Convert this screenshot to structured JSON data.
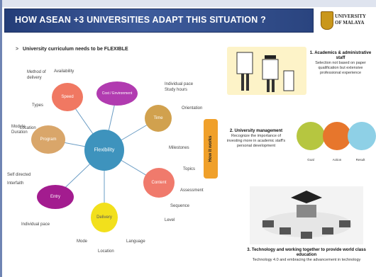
{
  "title": "HOW ASEAN +3 UNIVERSITIES ADAPT THIS SITUATION ?",
  "logo": {
    "name": "UNIVERSITY OF MALAYA"
  },
  "bullet": "University curriculum needs to be FLEXIBLE",
  "mind_map": {
    "center": "Flexibility",
    "nodes": [
      {
        "label": "Speed",
        "color": "#f07862"
      },
      {
        "label": "Cost / Environment",
        "color": "#b13bb0"
      },
      {
        "label": "Time",
        "color": "#d1a14e"
      },
      {
        "label": "Content",
        "color": "#f07a6c"
      },
      {
        "label": "Delivery",
        "color": "#f2e01c"
      },
      {
        "label": "Entry",
        "color": "#a31c8f"
      },
      {
        "label": "Program",
        "color": "#d9a66a"
      }
    ],
    "labels": [
      "Method of delivery",
      "Availability",
      "Types",
      "Location",
      "Individual pace",
      "Study hours",
      "Orientation",
      "Milestones",
      "Topics",
      "Assessment",
      "Sequence",
      "Level",
      "Self directed",
      "Interfaith",
      "Individual pace",
      "Mode",
      "Language",
      "Location",
      "Module",
      "Duration"
    ]
  },
  "vertical_tab": "How it works",
  "sections": [
    {
      "heading": "1. Academics & administrative staff",
      "text": "Selection not based on paper qualification but extensive professional experience"
    },
    {
      "heading": "2. University management",
      "text": "Recognize the importance of investing more in academic staff's personal development"
    },
    {
      "heading": "3. Technology and working together to provide world class education",
      "text": "Technology 4.0 and embracing the advancement in technology"
    }
  ],
  "pills": [
    {
      "label": "Goal",
      "color": "#b6c640"
    },
    {
      "label": "Action",
      "color": "#e7762c"
    },
    {
      "label": "Result",
      "color": "#8ed0e6"
    }
  ]
}
